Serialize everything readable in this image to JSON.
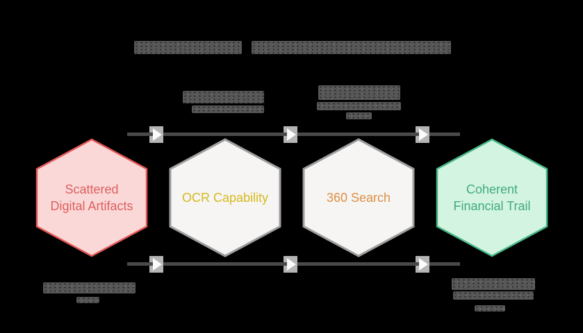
{
  "canvas": {
    "background": "#000000",
    "connector_color": "#4a4a4a",
    "arrowhead_box_color": "#b5b5b5",
    "arrowhead_color": "#fbfbfb",
    "redaction_color": "#575757"
  },
  "flow": {
    "direction": "left-to-right",
    "nodes": [
      {
        "id": "scattered-digital-artifacts",
        "label": "Scattered Digital Artifacts",
        "shape": "hexagon",
        "fill": "#fad8d8",
        "stroke": "#e25757",
        "text_color": "#df5f5f"
      },
      {
        "id": "ocr-capability",
        "label": "OCR Capability",
        "shape": "hexagon",
        "fill": "#f6f5f3",
        "stroke": "#9e9e9e",
        "text_color": "#d6ba1f"
      },
      {
        "id": "360-search",
        "label": "360 Search",
        "shape": "hexagon",
        "fill": "#f6f5f3",
        "stroke": "#9e9e9e",
        "text_color": "#dd8f46"
      },
      {
        "id": "coherent-financial-trail",
        "label": "Coherent Financial Trail",
        "shape": "hexagon",
        "fill": "#d3f4e1",
        "stroke": "#47b786",
        "text_color": "#41aa7b"
      }
    ],
    "connectors": [
      {
        "from": 0,
        "to": 1,
        "route": "top-and-bottom"
      },
      {
        "from": 1,
        "to": 2,
        "route": "top-and-bottom"
      },
      {
        "from": 2,
        "to": 3,
        "route": "top-and-bottom"
      }
    ]
  },
  "redacted": {
    "title": {
      "legible": false,
      "lines": 1
    },
    "label_above_node_2": {
      "legible": false,
      "lines": 2
    },
    "label_above_node_3": {
      "legible": false,
      "lines": 3
    },
    "caption_below_node_1": {
      "legible": false,
      "lines": 2
    },
    "caption_below_node_4": {
      "legible": false,
      "lines": 3
    }
  }
}
